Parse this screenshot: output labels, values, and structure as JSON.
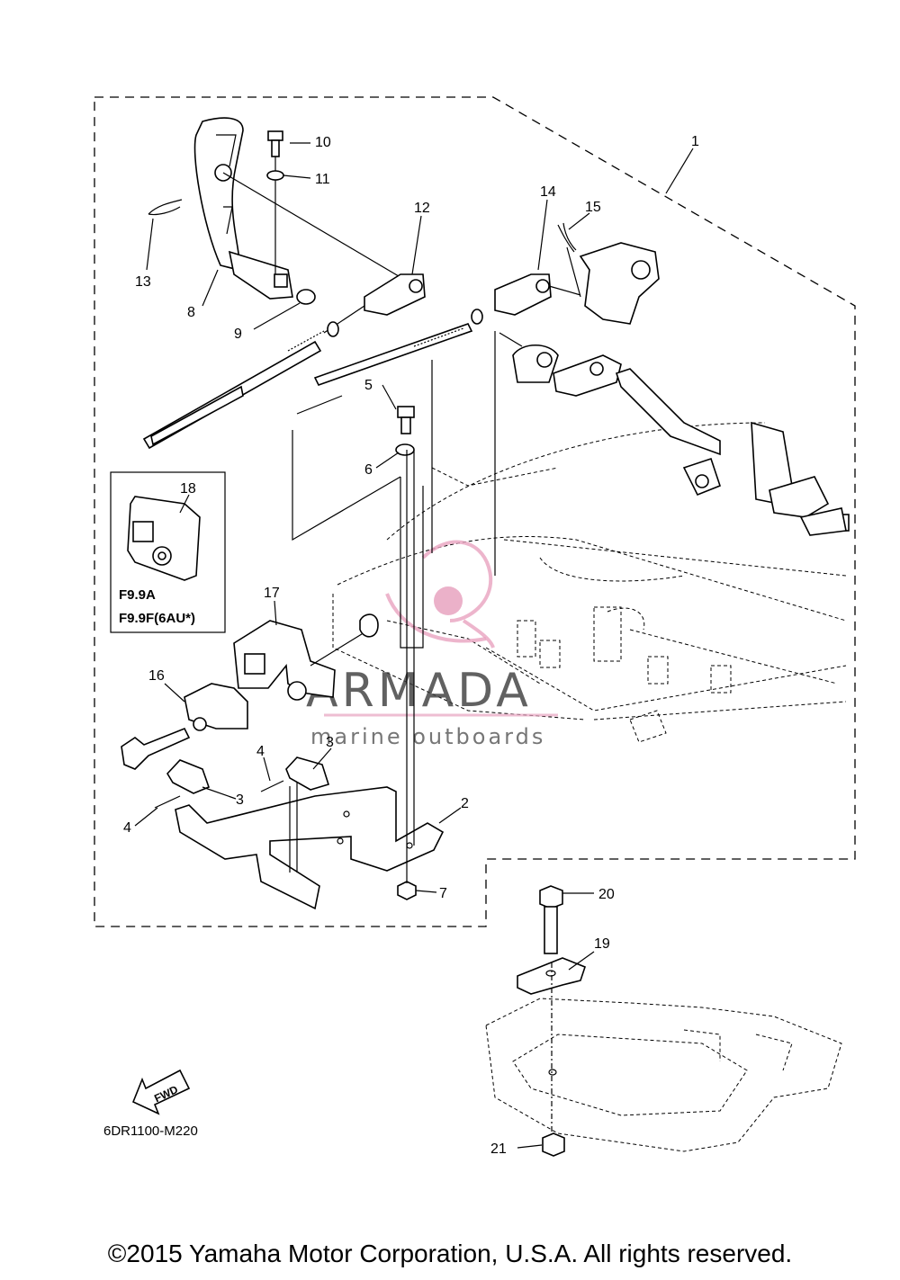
{
  "diagram": {
    "part_numbers": [
      "1",
      "2",
      "3",
      "3",
      "4",
      "4",
      "5",
      "6",
      "7",
      "8",
      "9",
      "10",
      "11",
      "12",
      "13",
      "14",
      "15",
      "16",
      "17",
      "18",
      "19",
      "20",
      "21"
    ],
    "variant_box": {
      "line1": "F9.9A",
      "line2": "F9.9F(6AU*)"
    },
    "fwd_arrow": "FWD",
    "diagram_code": "6DR1100-M220"
  },
  "watermark": {
    "brand": "ARMADA",
    "tagline": "marine outboards",
    "accent": "#e8a3bf"
  },
  "footer": {
    "copyright": "©2015 Yamaha Motor Corporation, U.S.A. All rights reserved."
  }
}
